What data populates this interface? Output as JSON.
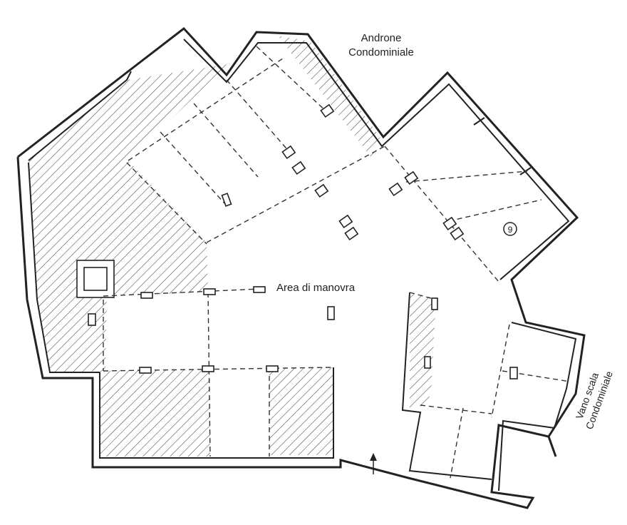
{
  "labels": {
    "androne_line1": "Androne",
    "androne_line2": "Condominiale",
    "area_manovra": "Area di manovra",
    "vano_line1": "Vano scala",
    "vano_line2": "Condominiale",
    "marker": "9"
  },
  "icons": {
    "entrance_arrow": "up-arrow-icon"
  }
}
